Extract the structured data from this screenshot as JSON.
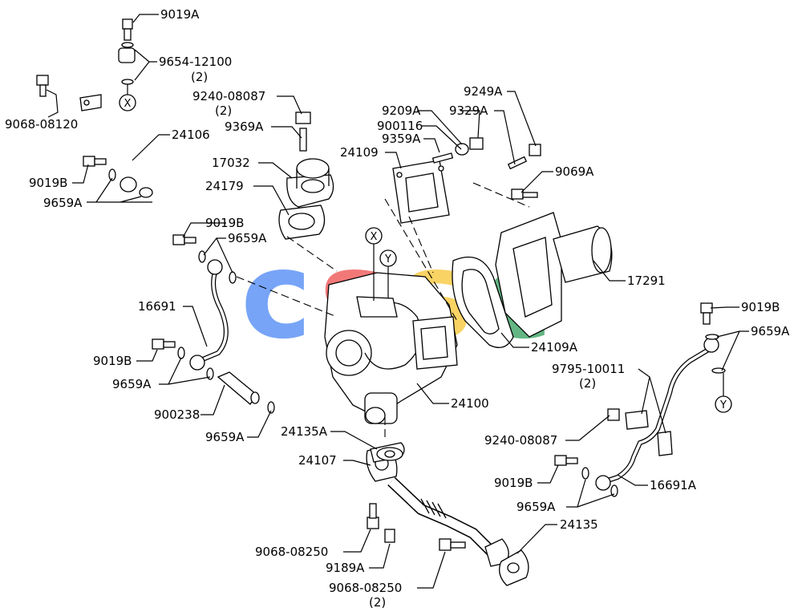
{
  "labels": {
    "l_9019A_top": "9019A",
    "l_9654": "9654-12100",
    "l_9654_q": "(2)",
    "l_9068_08120": "9068-08120",
    "l_24106": "24106",
    "l_9019B_a": "9019B",
    "l_9659A_a": "9659A",
    "l_9240_a": "9240-08087",
    "l_9240_a_q": "(2)",
    "l_9369A": "9369A",
    "l_17032": "17032",
    "l_24179": "24179",
    "l_9019B_b": "9019B",
    "l_9659A_b": "9659A",
    "l_16691": "16691",
    "l_9019B_c": "9019B",
    "l_9659A_c": "9659A",
    "l_900238": "900238",
    "l_9659A_d": "9659A",
    "l_24135A": "24135A",
    "l_24107": "24107",
    "l_9068_08250_a": "9068-08250",
    "l_9189A": "9189A",
    "l_9068_08250_b": "9068-08250",
    "l_9068_08250_b_q": "(2)",
    "l_24135": "24135",
    "l_24100": "24100",
    "l_24109A": "24109A",
    "l_17291": "17291",
    "l_9069A": "9069A",
    "l_9249A": "9249A",
    "l_9209A": "9209A",
    "l_9329A": "9329A",
    "l_900116": "900116",
    "l_9359A": "9359A",
    "l_24109": "24109",
    "l_9019B_d": "9019B",
    "l_9659A_e": "9659A",
    "l_9795": "9795-10011",
    "l_9795_q": "(2)",
    "l_9240_b": "9240-08087",
    "l_9019B_e": "9019B",
    "l_16691A": "16691A",
    "l_9659A_f": "9659A"
  },
  "callouts": {
    "x_top": "X",
    "x_mid": "X",
    "y_mid": "Y",
    "y_right": "Y"
  },
  "watermark": {
    "letters": [
      "c",
      "s",
      "s",
      "c"
    ],
    "colors": [
      "#4a86f5",
      "#ee4b4b",
      "#f7c531",
      "#2f9e5a"
    ]
  }
}
